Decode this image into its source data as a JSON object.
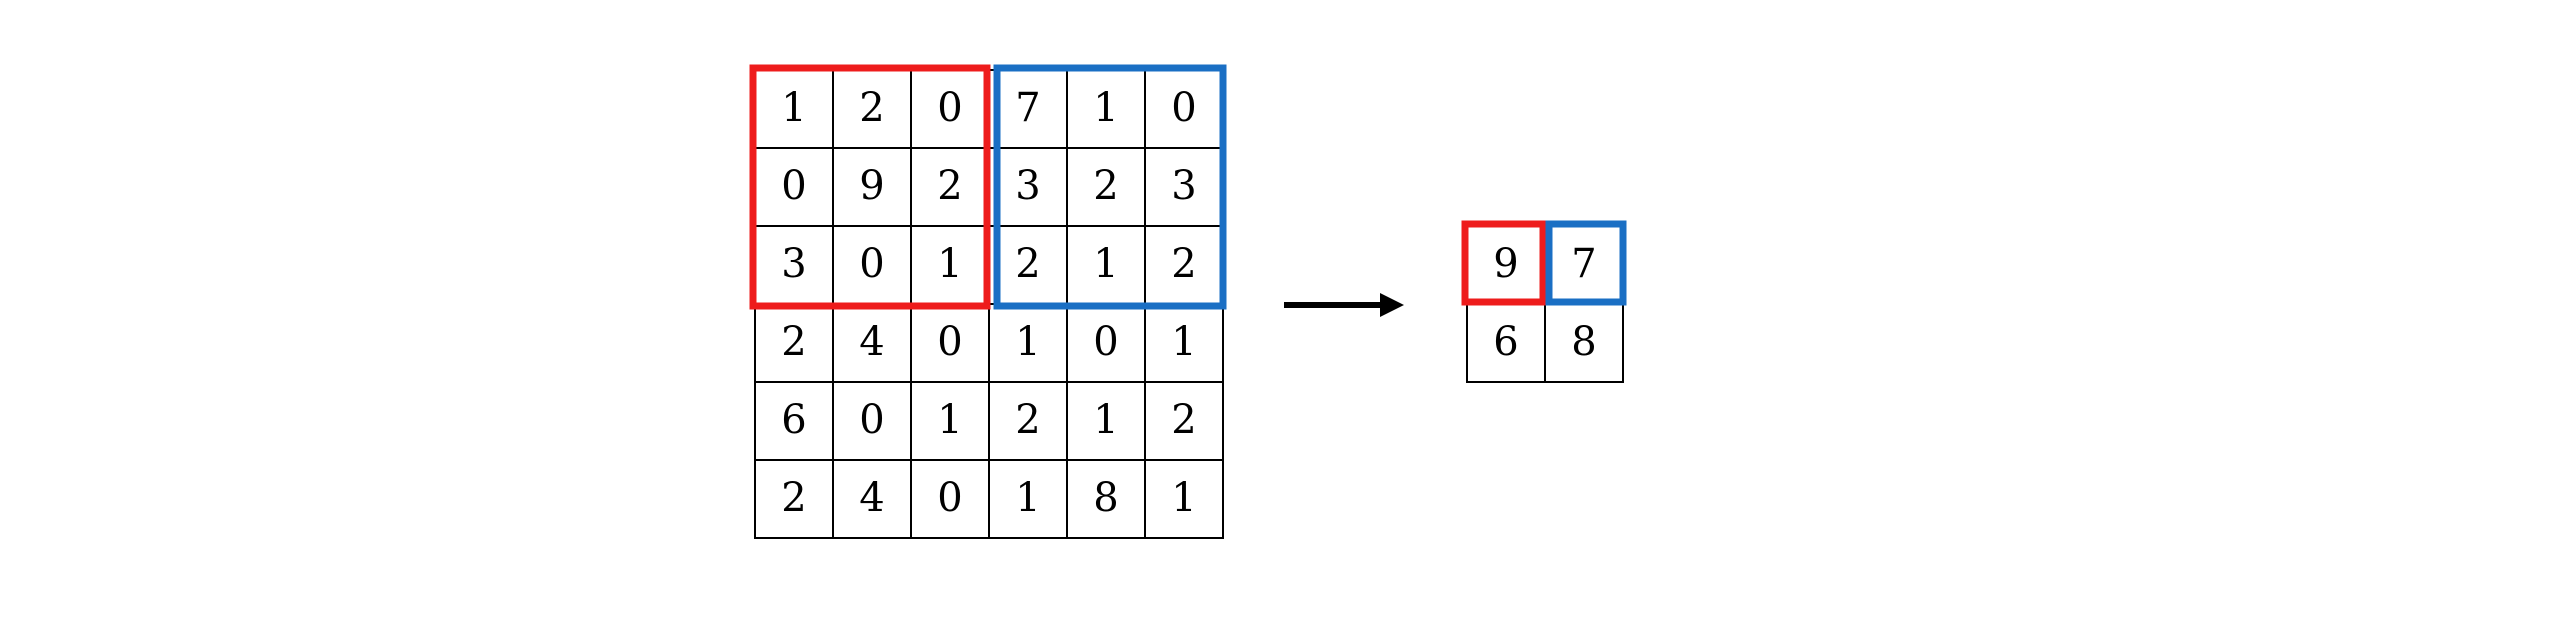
{
  "input_matrix": {
    "rows": [
      [
        "1",
        "2",
        "0",
        "7",
        "1",
        "0"
      ],
      [
        "0",
        "9",
        "2",
        "3",
        "2",
        "3"
      ],
      [
        "3",
        "0",
        "1",
        "2",
        "1",
        "2"
      ],
      [
        "2",
        "4",
        "0",
        "1",
        "0",
        "1"
      ],
      [
        "6",
        "0",
        "1",
        "2",
        "1",
        "2"
      ],
      [
        "2",
        "4",
        "0",
        "1",
        "8",
        "1"
      ]
    ]
  },
  "output_matrix": {
    "rows": [
      [
        "9",
        "7"
      ],
      [
        "6",
        "8"
      ]
    ]
  },
  "highlights": {
    "red_color": "#ee1c1c",
    "blue_color": "#1a6fc4"
  },
  "arrow_icon": "right-arrow-icon"
}
